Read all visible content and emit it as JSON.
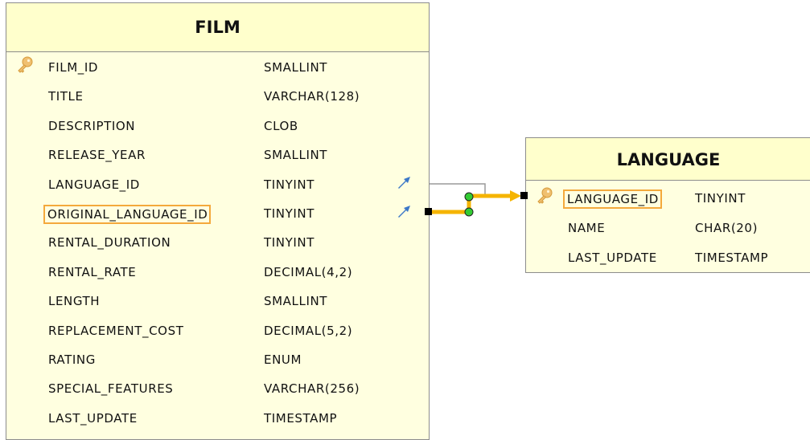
{
  "film": {
    "title": "FILM",
    "columns": [
      {
        "name": "FILM_ID",
        "type": "SMALLINT",
        "pk": true
      },
      {
        "name": "TITLE",
        "type": "VARCHAR(128)"
      },
      {
        "name": "DESCRIPTION",
        "type": "CLOB"
      },
      {
        "name": "RELEASE_YEAR",
        "type": "SMALLINT"
      },
      {
        "name": "LANGUAGE_ID",
        "type": "TINYINT",
        "fk": true
      },
      {
        "name": "ORIGINAL_LANGUAGE_ID",
        "type": "TINYINT",
        "fk": true,
        "selected": true
      },
      {
        "name": "RENTAL_DURATION",
        "type": "TINYINT"
      },
      {
        "name": "RENTAL_RATE",
        "type": "DECIMAL(4,2)"
      },
      {
        "name": "LENGTH",
        "type": "SMALLINT"
      },
      {
        "name": "REPLACEMENT_COST",
        "type": "DECIMAL(5,2)"
      },
      {
        "name": "RATING",
        "type": "ENUM"
      },
      {
        "name": "SPECIAL_FEATURES",
        "type": "VARCHAR(256)"
      },
      {
        "name": "LAST_UPDATE",
        "type": "TIMESTAMP"
      }
    ]
  },
  "language": {
    "title": "LANGUAGE",
    "columns": [
      {
        "name": "LANGUAGE_ID",
        "type": "TINYINT",
        "pk": true,
        "selected": true
      },
      {
        "name": "NAME",
        "type": "CHAR(20)"
      },
      {
        "name": "LAST_UPDATE",
        "type": "TIMESTAMP"
      }
    ]
  },
  "colors": {
    "table_fill": "#ffffe0",
    "border": "#8c8c8c",
    "relation_highlight": "#f5b400",
    "selection": "#f4a93c",
    "endpoint_handle": "#33cc33",
    "fk_arrow": "#3c78c8"
  }
}
